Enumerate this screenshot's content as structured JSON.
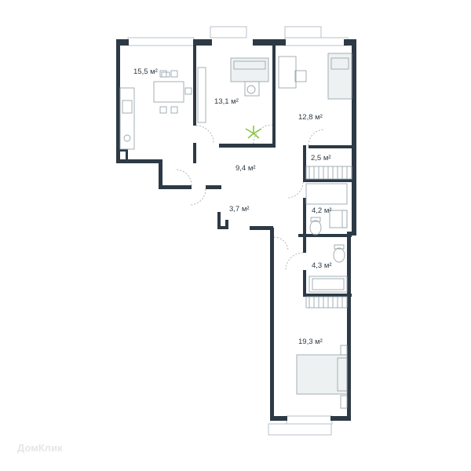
{
  "rooms": [
    {
      "id": "kitchen",
      "area": "15,5 м²"
    },
    {
      "id": "living",
      "area": "13,1 м²"
    },
    {
      "id": "bedroom-1",
      "area": "12,8 м²"
    },
    {
      "id": "closet",
      "area": "2,5 м²"
    },
    {
      "id": "hall",
      "area": "9,4 м²"
    },
    {
      "id": "bathroom",
      "area": "4,2 м²"
    },
    {
      "id": "corridor",
      "area": "3,7 м²"
    },
    {
      "id": "toilet",
      "area": "4,3 м²"
    },
    {
      "id": "bedroom-2",
      "area": "19,3 м²"
    }
  ],
  "watermark": "ДомКлик",
  "colors": {
    "wall": "#2d3a45",
    "furniture": "#9aa7ae",
    "plant": "#8cc63f"
  }
}
